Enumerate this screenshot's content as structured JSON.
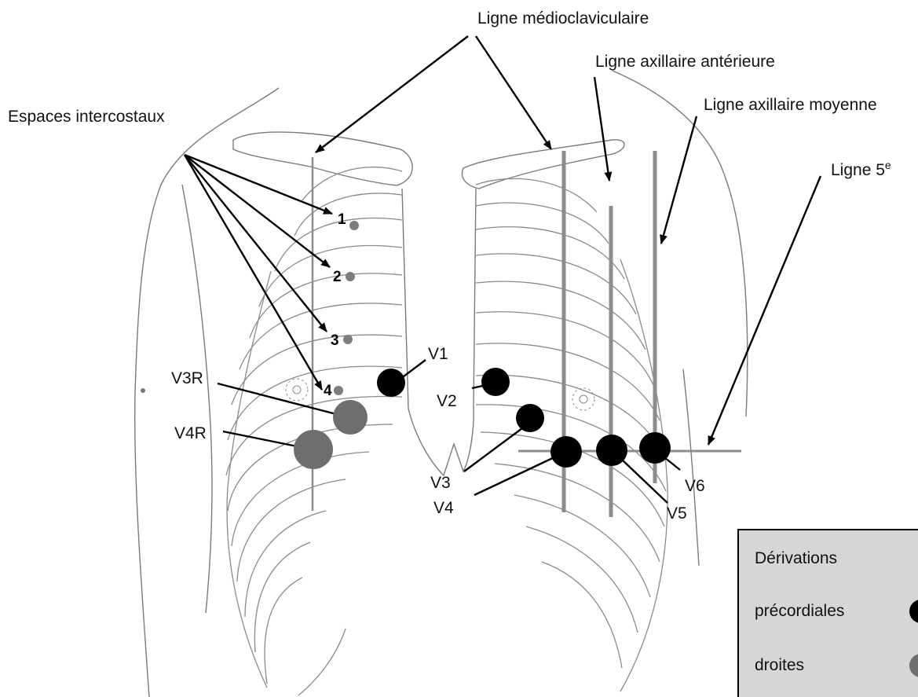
{
  "labels": {
    "midclavicular": "Ligne médioclaviculaire",
    "anterior_axillary": "Ligne axillaire antérieure",
    "mid_axillary": "Ligne axillaire moyenne",
    "fifth_line_prefix": "Ligne 5",
    "fifth_line_sup": "e",
    "intercostal": "Espaces intercostaux"
  },
  "intercostal_numbers": [
    "1",
    "2",
    "3",
    "4"
  ],
  "leads": {
    "v1": "V1",
    "v2": "V2",
    "v3": "V3",
    "v4": "V4",
    "v5": "V5",
    "v6": "V6",
    "v3r": "V3R",
    "v4r": "V4R"
  },
  "legend": {
    "title": "Dérivations",
    "precordial": "précordiales",
    "right": "droites"
  },
  "colors": {
    "precordial_electrode": "#000000",
    "right_electrode": "#6e6e6e",
    "intercostal_marker": "#7d7d7d",
    "reference_lines": "#8c8c8c",
    "legend_background": "#d6d6d6"
  }
}
